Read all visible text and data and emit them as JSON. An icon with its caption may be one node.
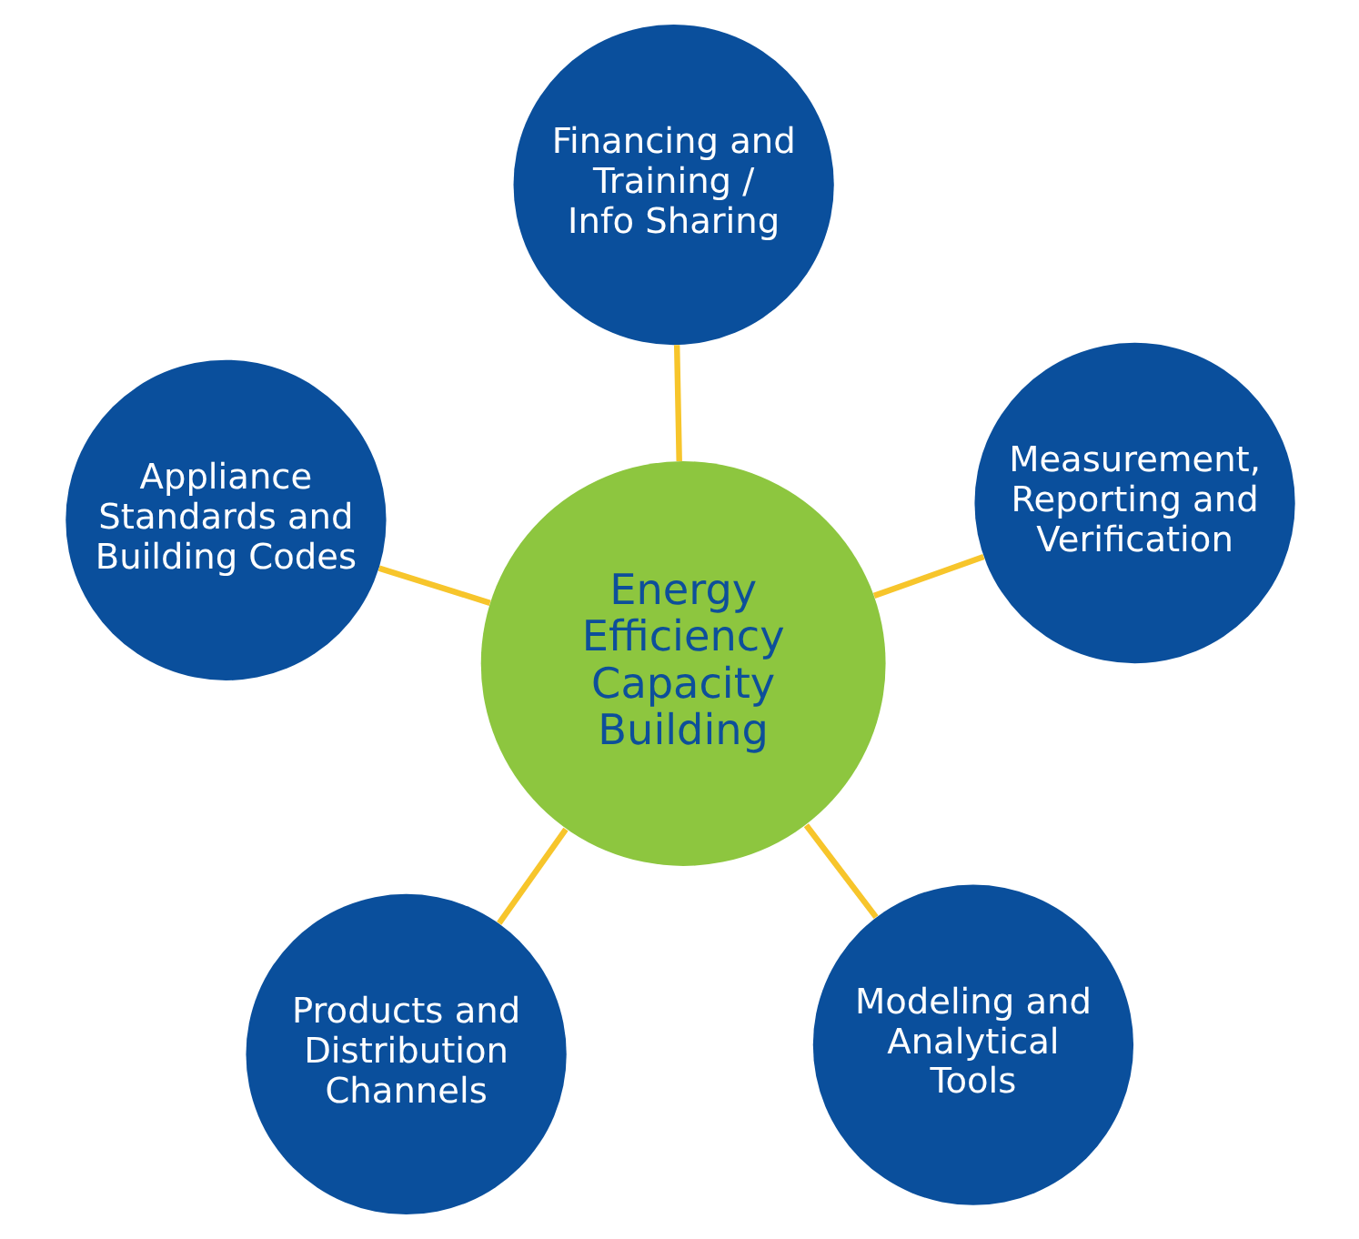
{
  "diagram": {
    "nodes": [
      {
        "text": [
          "Products and Distribution Channels"
        ]
      },
      {
        "text": [
          "Modeling and Analytical Tools"
        ]
      },
      {
        "text": [
          "Energy Efficiency Capacity Building"
        ]
      },
      {
        "text": [
          "Financing and Training / Info Sharing"
        ]
      },
      {
        "text": [
          "Measurement, Reporting and Verification"
        ]
      },
      {
        "text": [
          "Appliance Standards and Building Codes"
        ]
      }
    ],
    "edges": [
      {
        "from": 2,
        "to": 0,
        "arrow": "none",
        "color": "#f7c52b"
      },
      {
        "from": 2,
        "to": 1,
        "arrow": "none",
        "color": "#f7c52b"
      },
      {
        "from": 2,
        "to": 3,
        "arrow": "none",
        "color": "#f7c52b"
      },
      {
        "from": 2,
        "to": 4,
        "arrow": "none",
        "color": "#f7c52b"
      },
      {
        "from": 2,
        "to": 5,
        "arrow": "none",
        "color": "#f7c52b"
      }
    ]
  }
}
